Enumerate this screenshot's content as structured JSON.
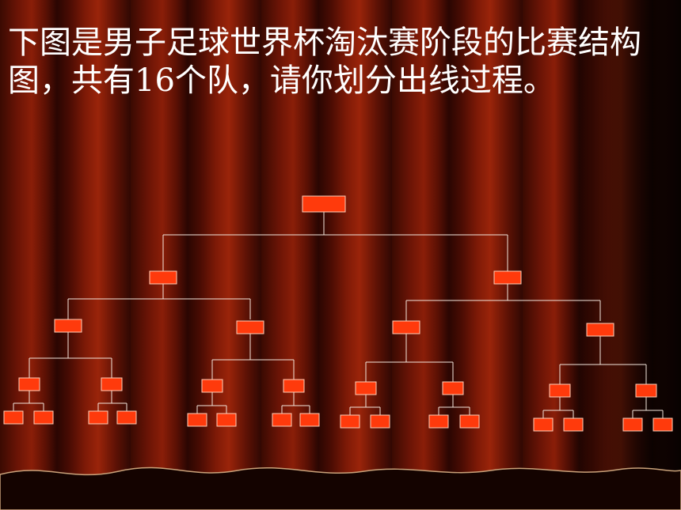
{
  "slide": {
    "text": "下图是男子足球世界杯淘汰赛阶段的比赛结构图，共有16个队，请你划分出线过程。"
  },
  "tree": {
    "teams": 16,
    "levels": [
      1,
      2,
      4,
      8,
      16
    ]
  },
  "colors": {
    "node_fill": "#ff3a0c",
    "line": "#f3e6dc",
    "text": "#ffffff"
  }
}
